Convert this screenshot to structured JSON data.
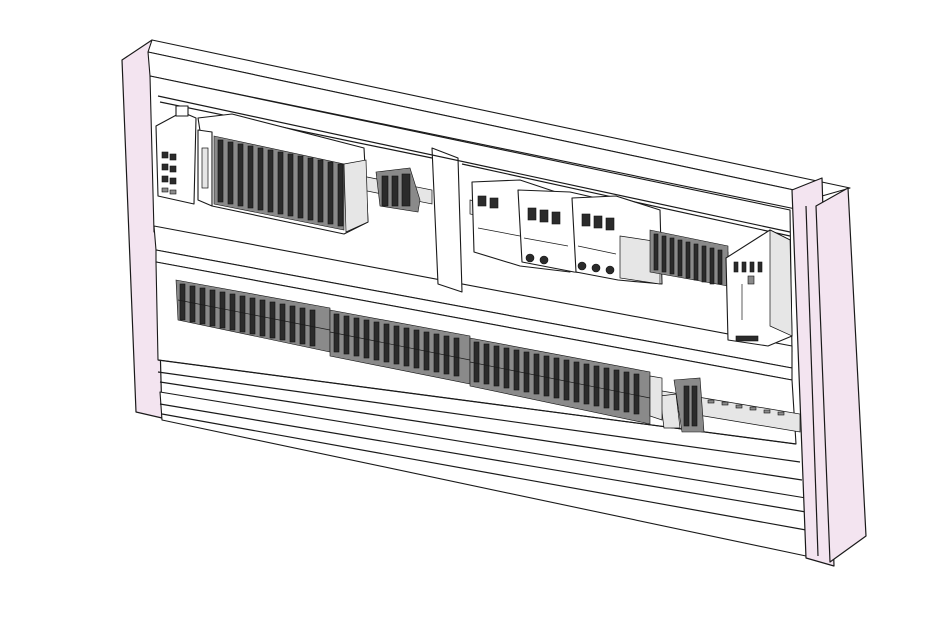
{
  "diagram": {
    "kind": "isometric-cad-view",
    "subject": "control-cabinet-mounting-plate",
    "colors": {
      "background": "#ffffff",
      "side_wall": "#f3e4f0",
      "outline": "#1a1a1a",
      "component_dark": "#2b2b2b",
      "component_mid": "#8a8a8a",
      "component_light": "#e6e6e6"
    },
    "components": {
      "upper_left": [
        "network-switch",
        "io-module-block",
        "terminal-pair"
      ],
      "upper_right": [
        "circuit-breakers",
        "terminal-strip",
        "power-supply-unit"
      ],
      "lower": [
        "terminal-block-row-1",
        "terminal-block-row-2",
        "terminal-block-row-3",
        "end-terminals",
        "perforated-din-rail"
      ]
    }
  }
}
